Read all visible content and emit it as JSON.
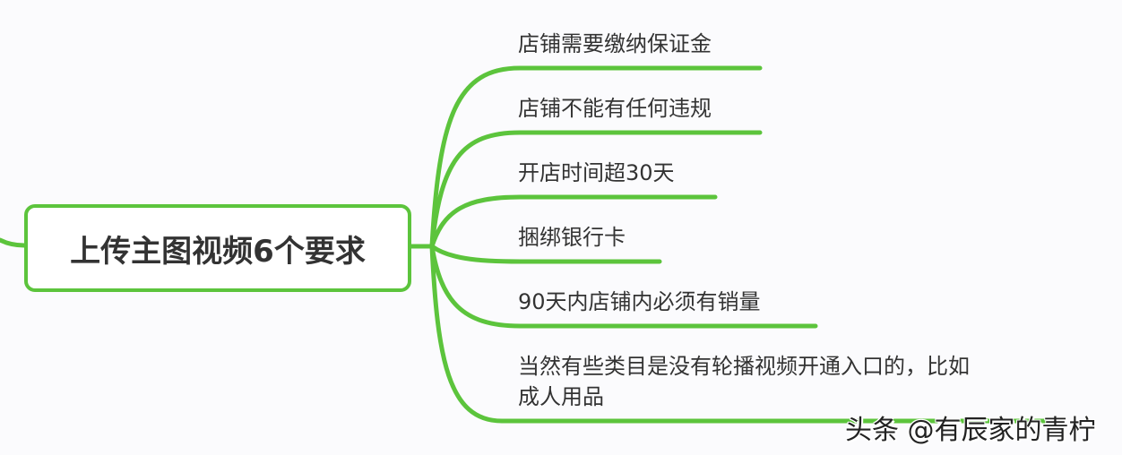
{
  "mindmap": {
    "root": {
      "title": "上传主图视频6个要求"
    },
    "branches": [
      {
        "label": "店铺需要缴纳保证金"
      },
      {
        "label": "店铺不能有任何违规"
      },
      {
        "label": "开店时间超30天"
      },
      {
        "label": "捆绑银行卡"
      },
      {
        "label": "90天内店铺内必须有销量"
      },
      {
        "label_line1": "当然有些类目是没有轮播视频开通入口的，比如",
        "label_line2": "成人用品"
      }
    ],
    "colors": {
      "branch_line": "#5cc43c",
      "text": "#333333",
      "background": "#fbfbfd"
    }
  },
  "watermark": {
    "text": "头条 @有辰家的青柠"
  }
}
